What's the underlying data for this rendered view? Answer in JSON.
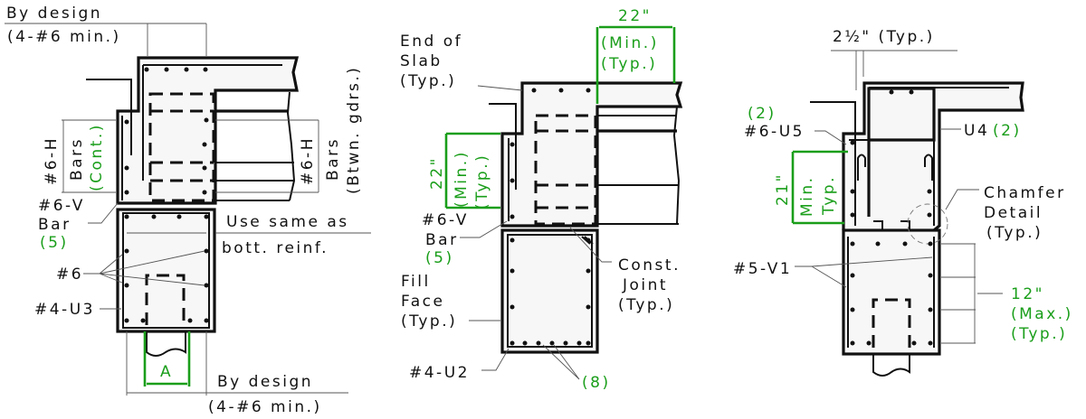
{
  "detail_1": {
    "top_dim": {
      "line1": "By design",
      "line2": "(4-#6 min.)"
    },
    "left_bars": {
      "line1": "#6-H",
      "line2": "Bars",
      "line3": "(Cont.)"
    },
    "right_bars": {
      "line1": "#6-H",
      "line2": "Bars",
      "line3": "(Btwn. gdrs.)"
    },
    "v_bar": {
      "line1": "#6-V",
      "line2": "Bar",
      "line3": "(5)"
    },
    "note": {
      "line1": "Use same as",
      "line2": "bott. reinf."
    },
    "bars_6": "#6",
    "stirrup": "#4-U3",
    "dim_a": "A",
    "bottom_dim": {
      "line1": "By design",
      "line2": "(4-#6 min.)"
    }
  },
  "detail_2": {
    "slab_end": {
      "line1": "End of",
      "line2": "Slab",
      "line3": "(Typ.)"
    },
    "top_dim": {
      "line1": "22\"",
      "line2": "(Min.)",
      "line3": "(Typ.)"
    },
    "left_dim": {
      "line1": "22\"",
      "line2": "(Min.)",
      "line3": "(Typ.)"
    },
    "v_bar": {
      "line1": "#6-V",
      "line2": "Bar",
      "line3": "(5)"
    },
    "fill_face": {
      "line1": "Fill",
      "line2": "Face",
      "line3": "(Typ.)"
    },
    "joint": {
      "line1": "Const.",
      "line2": "Joint",
      "line3": "(Typ.)"
    },
    "stirrup": "#4-U2",
    "bar_count": "(8)"
  },
  "detail_3": {
    "top_dim": "2½\" (Typ.)",
    "u5_count": "(2)",
    "u5": "#6-U5",
    "u4": "U4",
    "u4_count": "(2)",
    "left_dim": {
      "line1": "21\"",
      "line2": "Min.",
      "line3": "Typ."
    },
    "chamfer": {
      "line1": "Chamfer",
      "line2": "Detail",
      "line3": "(Typ.)"
    },
    "v1": "#5-V1",
    "spacing": {
      "line1": "12\"",
      "line2": "(Max.)",
      "line3": "(Typ.)"
    }
  }
}
